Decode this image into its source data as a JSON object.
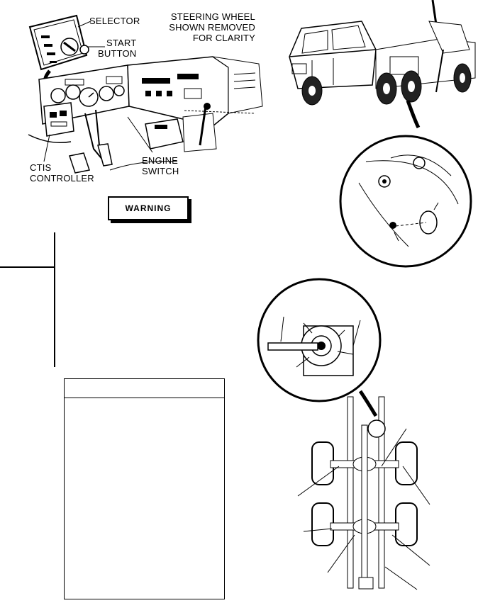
{
  "labels": {
    "selector": "SELECTOR",
    "start_button": [
      "START",
      "BUTTON"
    ],
    "steering_note": [
      "STEERING WHEEL",
      "SHOWN REMOVED",
      "FOR CLARITY"
    ],
    "ctis_controller": [
      "CTIS",
      "CONTROLLER"
    ],
    "engine_switch": [
      "ENGINE",
      "SWITCH"
    ]
  },
  "warning": {
    "label": "WARNING"
  }
}
